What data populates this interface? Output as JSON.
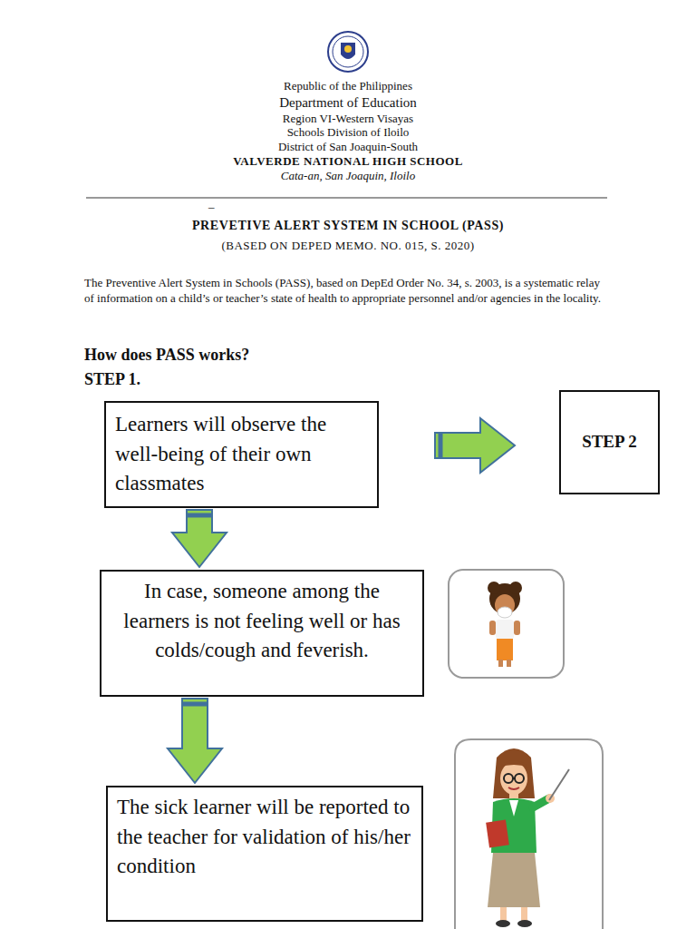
{
  "diagram": {
    "title": "PREVETIVE ALERT SYSTEM IN SCHOOL (PASS)",
    "nodes": [
      {
        "text": [
          "Learners will observe the well-being of their own classmates"
        ]
      },
      {
        "text": [
          "STEP 2"
        ]
      },
      {
        "text": [
          "In case, someone among the learners is not feeling well or has colds/cough and feverish."
        ]
      },
      {
        "text": [
          "The sick learner will be reported to the teacher for validation of his/her condition"
        ]
      }
    ],
    "edges": [
      {
        "from": 0,
        "to": 1,
        "arrow": "to"
      },
      {
        "from": 0,
        "to": 2,
        "arrow": "to"
      },
      {
        "from": 2,
        "to": 3,
        "arrow": "to"
      }
    ],
    "labels": [
      "Republic of the Philippines",
      "Department of Education",
      "Region VI-Western Visayas",
      "Schools Division of Iloilo",
      "District of San Joaquin-South",
      "VALVERDE NATIONAL HIGH SCHOOL",
      "Cata-an, San Joaquin, Iloilo",
      "_",
      "(BASED ON DEPED MEMO. NO. 015, S. 2020)",
      "The Preventive Alert System in Schools (PASS), based on DepEd Order No. 34, s. 2003, is a systematic relay of information on a child’s or teacher’s state of health to appropriate personnel and/or agencies in the locality.",
      "How does PASS works?",
      "STEP 1."
    ]
  }
}
